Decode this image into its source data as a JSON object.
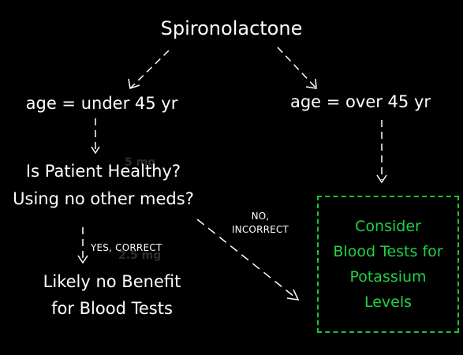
{
  "diagram": {
    "root": {
      "label": "Spironolactone"
    },
    "age_under": {
      "label": "age = under 45 yr"
    },
    "age_over": {
      "label": "age = over 45 yr"
    },
    "question": {
      "lines": [
        "Is Patient Healthy?",
        "Using no other meds?"
      ]
    },
    "benefit": {
      "lines": [
        "Likely no Benefit",
        "for Blood Tests"
      ]
    },
    "consider": {
      "lines": [
        "Consider",
        "Blood Tests for",
        "Potassium",
        "Levels"
      ],
      "color": "#22d145",
      "border_color": "#19c437"
    },
    "edges": {
      "yes_label": "YES, CORRECT",
      "no_label_lines": [
        "NO,",
        "INCORRECT"
      ]
    },
    "ghost_text": [
      "5 mg",
      "2.5 mg"
    ]
  },
  "colors": {
    "background": "#000000",
    "text": "#ffffff",
    "accent_green": "#22d145"
  }
}
